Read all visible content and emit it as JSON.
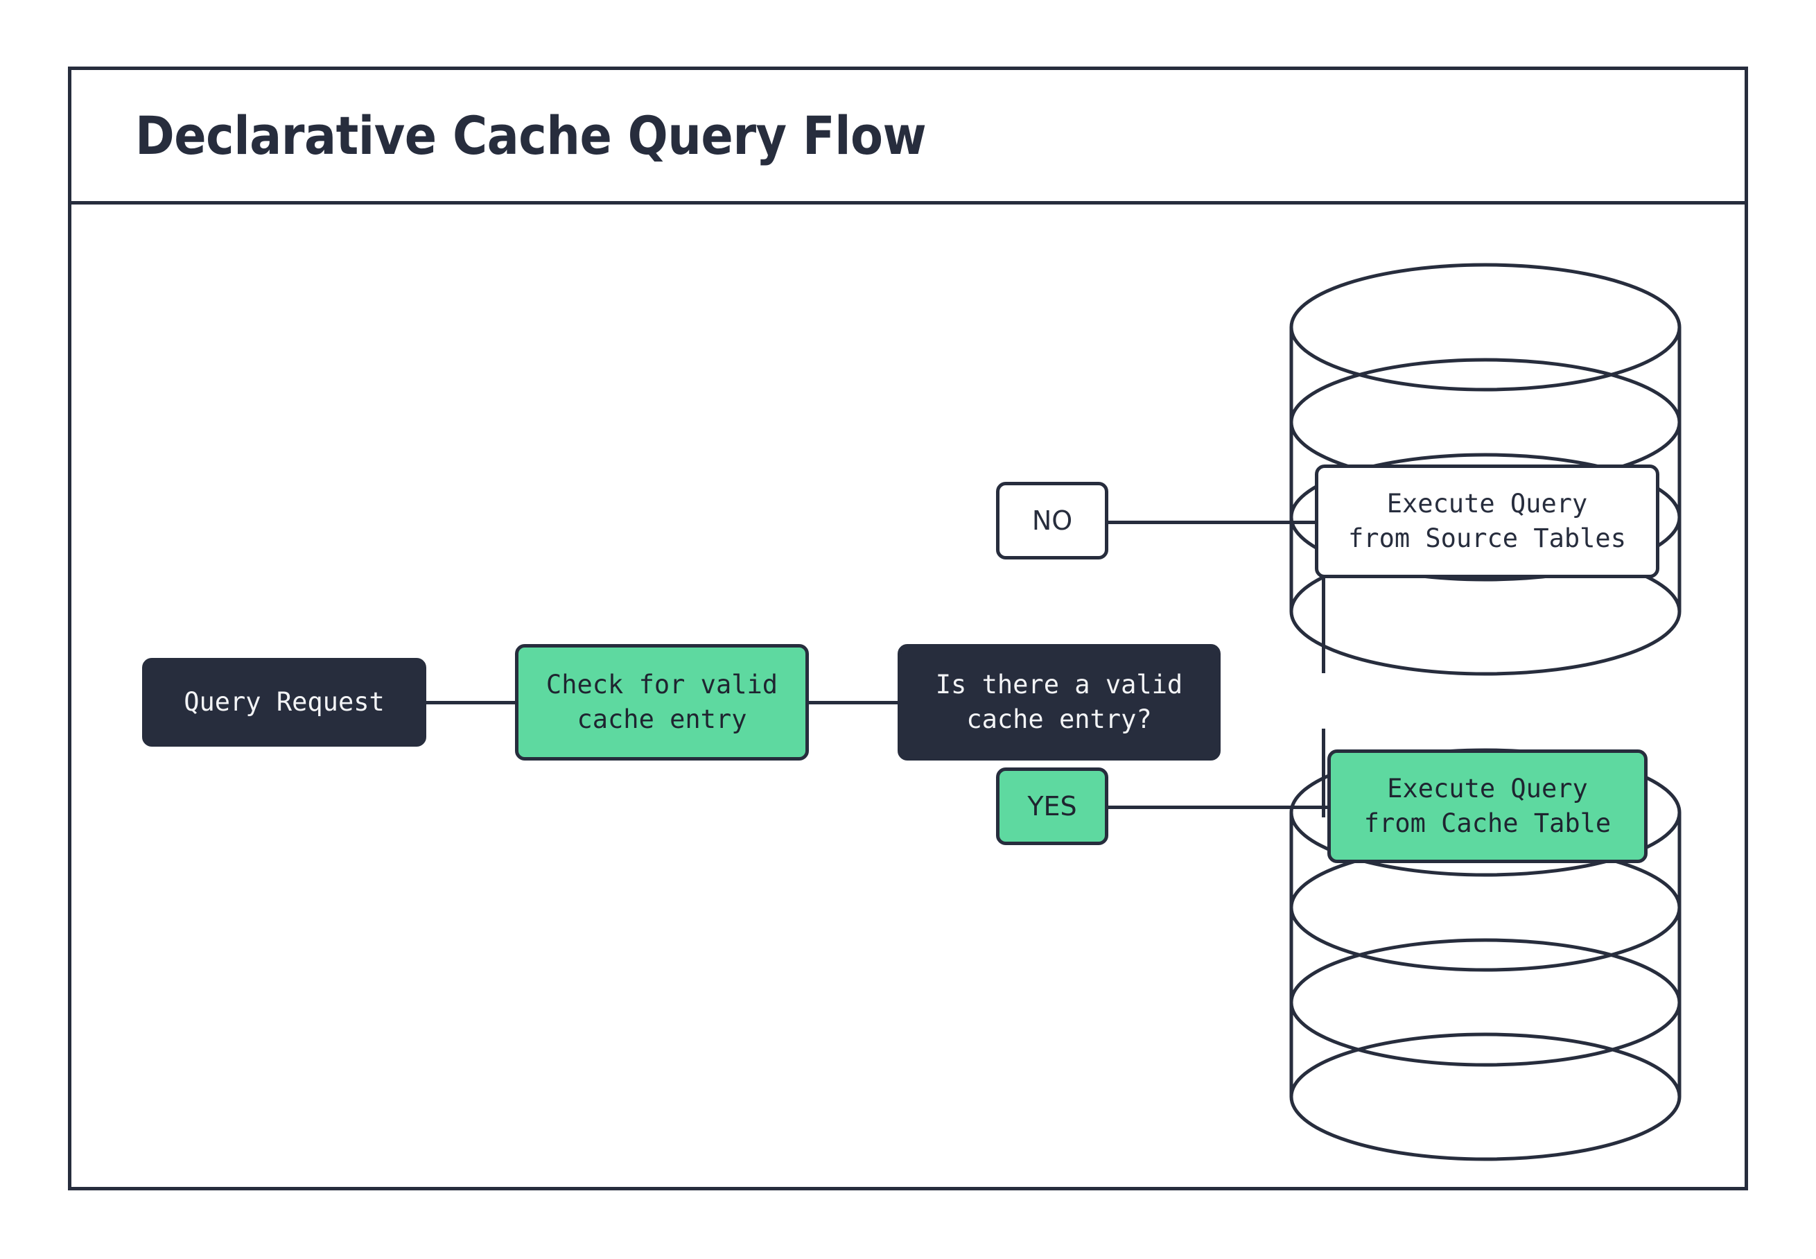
{
  "page": {
    "title": "Declarative Cache Query Flow",
    "background": "#ffffff"
  },
  "theme": {
    "ink": "#272d3d",
    "accent_green": "#5ed9a0",
    "node_text_light": "#f3f4f6",
    "node_text_dark": "#1f2430",
    "surface": "#ffffff"
  },
  "flow": {
    "nodes": [
      {
        "id": "query-request",
        "label": "Query Request",
        "style": "dark",
        "shape": "rounded-rect"
      },
      {
        "id": "check-cache",
        "label": "Check for valid\ncache entry",
        "style": "green",
        "shape": "rounded-rect"
      },
      {
        "id": "decision-valid-cache",
        "label": "Is there a valid\ncache entry?",
        "style": "dark",
        "shape": "rounded-rect"
      },
      {
        "id": "execute-source",
        "label": "Execute Query\nfrom Source Tables",
        "style": "white",
        "shape": "rounded-rect",
        "container": "source-tables-database"
      },
      {
        "id": "execute-cache",
        "label": "Execute Query\nfrom Cache Table",
        "style": "green",
        "shape": "rounded-rect",
        "container": "cache-table-database"
      }
    ],
    "branches": [
      {
        "id": "branch-no",
        "label": "NO",
        "style": "white",
        "from": "decision-valid-cache",
        "to": "execute-source"
      },
      {
        "id": "branch-yes",
        "label": "YES",
        "style": "green",
        "from": "decision-valid-cache",
        "to": "execute-cache"
      }
    ],
    "containers": [
      {
        "id": "source-tables-database",
        "shape": "database-cylinder",
        "disks": 3
      },
      {
        "id": "cache-table-database",
        "shape": "database-cylinder",
        "disks": 3
      }
    ],
    "edges": [
      {
        "from": "query-request",
        "to": "check-cache",
        "type": "horizontal"
      },
      {
        "from": "check-cache",
        "to": "decision-valid-cache",
        "type": "horizontal"
      },
      {
        "from": "decision-valid-cache",
        "to": "branch-no",
        "type": "vertical-up"
      },
      {
        "from": "branch-no",
        "to": "execute-source",
        "type": "horizontal"
      },
      {
        "from": "decision-valid-cache",
        "to": "branch-yes",
        "type": "vertical-down"
      },
      {
        "from": "branch-yes",
        "to": "execute-cache",
        "type": "horizontal"
      }
    ]
  }
}
